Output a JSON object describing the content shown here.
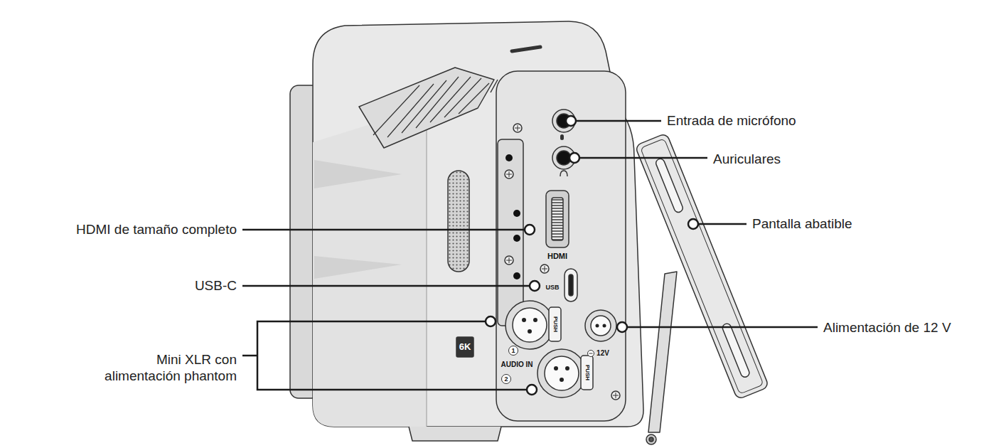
{
  "diagram": {
    "labels": [
      "Entrada de micrófono",
      "Auriculares",
      "HDMI de tamaño completo",
      "Pantalla abatible",
      "HDMI",
      "USB-C",
      "USB",
      "PUSH",
      "Alimentación de 12 V",
      "1",
      "12V",
      "AUDIO IN",
      "2",
      "PUSH",
      "6K",
      "Mini XLR con alimentación phantom"
    ]
  }
}
